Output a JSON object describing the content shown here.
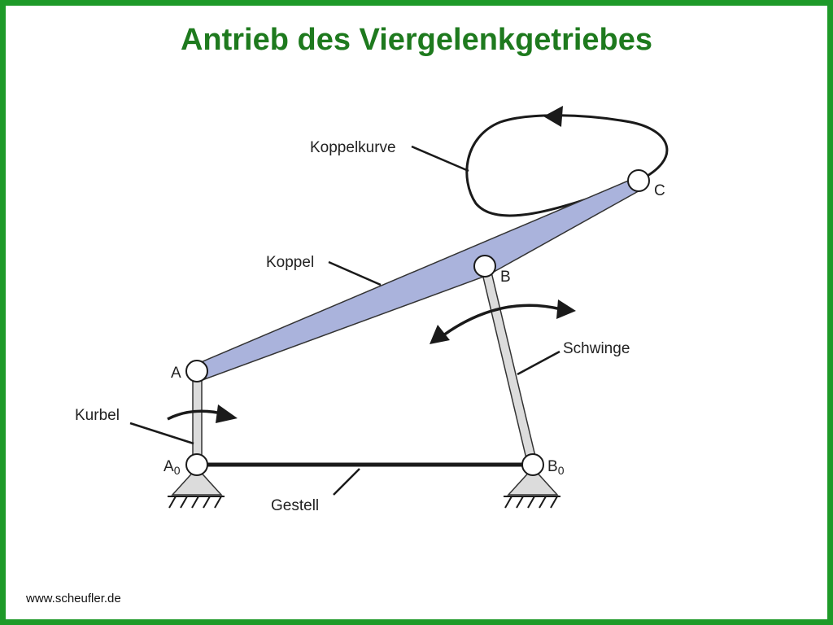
{
  "title": "Antrieb des Viergelenkgetriebes",
  "footer": "www.scheufler.de",
  "labels": {
    "koppelkurve": "Koppelkurve",
    "c": "C",
    "koppel": "Koppel",
    "b": "B",
    "schwinge": "Schwinge",
    "a": "A",
    "kurbel": "Kurbel",
    "a0_main": "A",
    "a0_sub": "0",
    "b0_main": "B",
    "b0_sub": "0",
    "gestell": "Gestell"
  },
  "colors": {
    "border": "#1e9a28",
    "title": "#1e7a1e",
    "coupler_fill": "#aab3dc",
    "link_fill": "#dcdcdc",
    "line": "#1a1a1a"
  }
}
